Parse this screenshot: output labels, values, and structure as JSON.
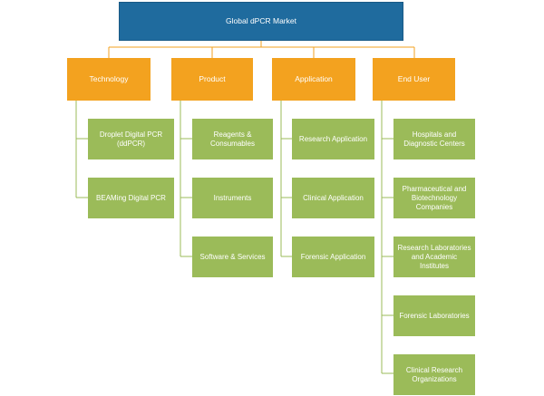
{
  "root": {
    "label": "Global dPCR Market"
  },
  "categories": [
    {
      "label": "Technology",
      "items": [
        "Droplet Digital PCR (ddPCR)",
        "BEAMing Digital PCR"
      ]
    },
    {
      "label": "Product",
      "items": [
        "Reagents & Consumables",
        "Instruments",
        "Software & Services"
      ]
    },
    {
      "label": "Application",
      "items": [
        "Research Application",
        "Clinical Application",
        "Forensic Application"
      ]
    },
    {
      "label": "End User",
      "items": [
        "Hospitals and Diagnostic Centers",
        "Pharmaceutical and Biotechnology Companies",
        "Research Laboratories and Academic Institutes",
        "Forensic Laboratories",
        "Clinical Research Organizations"
      ]
    }
  ],
  "colors": {
    "root": "#1f6b9e",
    "category": "#f3a21f",
    "leaf": "#9bbb59",
    "connector": "#f3a21f",
    "leaf_connector": "#9bbb59"
  }
}
